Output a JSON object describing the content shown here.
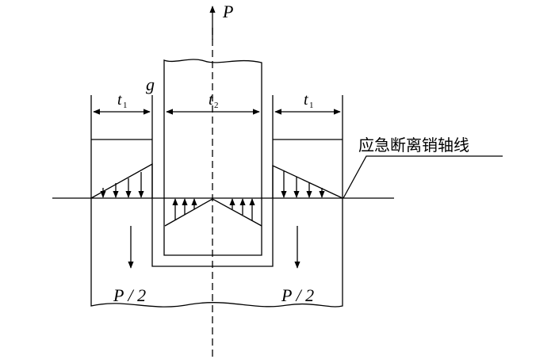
{
  "labels": {
    "p_top": "P",
    "g": "g",
    "t1_left": "t",
    "t1_left_sub": "1",
    "t2": "t",
    "t2_sub": "2",
    "t1_right": "t",
    "t1_right_sub": "1",
    "callout": "应急断离销轴线",
    "p_half_left": "P / 2",
    "p_half_right": "P / 2"
  },
  "colors": {
    "stroke": "#000000",
    "background": "#ffffff"
  }
}
